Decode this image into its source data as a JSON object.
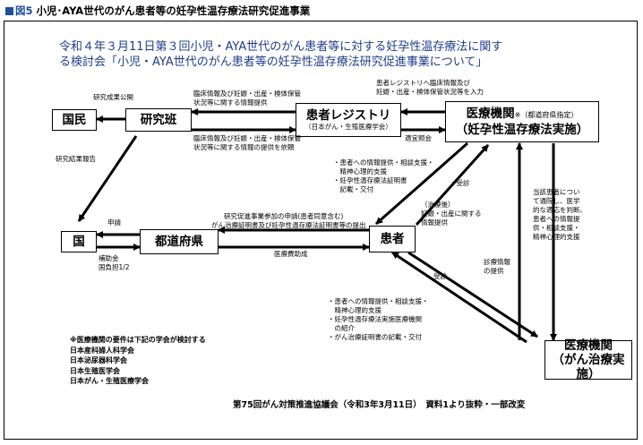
{
  "figure_title": {
    "number": "図5",
    "text": "小児･AYA世代のがん患者等の妊孕性温存療法研究促進事業"
  },
  "headline": [
    "令和４年３月11日第３回小児・AYA世代のがん患者等に対する妊孕性温存療法に関す",
    "る検討会「小児・AYA世代のがん患者等の妊孕性温存療法研究促進事業について」"
  ],
  "nodes": {
    "kokumin": "国民",
    "kenkyuhan": "研究班",
    "registry": {
      "main": "患者レジストリ",
      "sub": "（日本がん・生殖医療学会）"
    },
    "iryo_ninyou": {
      "main": "医療機関",
      "note": "※（都道府県指定）",
      "main2": "（妊孕性温存療法実施）"
    },
    "kuni": "国",
    "todofuken": "都道府県",
    "kanja": "患者",
    "iryo_gan": {
      "main": "医療機関",
      "main2": "（がん治療実施）"
    }
  },
  "labels": {
    "kenkyu_seika": "研究成果公開",
    "kenkyu_kekka": "研究結果報告",
    "rinsho_top": [
      "臨床情報及び妊娠・出産・検体保管",
      "状況等に関する情報提供"
    ],
    "rinsho_bottom": [
      "臨床情報及び妊娠・出産・検体保管",
      "状況等に関する情報の提供を依頼"
    ],
    "registry_input": [
      "患者レジストリへ臨床情報及び",
      "妊娠・出産・検体保管状況等を入力"
    ],
    "tekitsu": "適宜照会",
    "kanja_info_top": [
      "・患者への情報提供・相談支援・",
      "　精神心理的支援",
      "・妊孕性温存療法証明書",
      "　記載・交付"
    ],
    "jushin_top": "・受診",
    "chiryogo": [
      "（治療後）",
      "妊娠・出産に関する",
      "情報提供"
    ],
    "touga": [
      "当該患者につい",
      "て通院し、医学",
      "的な適応を判断、",
      "患者への情報提",
      "供・相談支援・",
      "精神心理的支援"
    ],
    "shinryo": [
      "診療情報",
      "の提供"
    ],
    "shinsei": "申請",
    "hojo": [
      "補助金",
      "国負担1/2"
    ],
    "sanka": [
      "研究促進事業参加の申請(患者同意含む)",
      "がん治療証明書及び妊孕性温存療法証明書等の提出"
    ],
    "iryohi": "医療費助成",
    "jushin_bottom": "受診",
    "kanja_info_bottom": [
      "・患者への情報提供・相談支援・",
      "　精神心理的支援",
      "・妊孕性温存療法実施医療機関",
      "　の紹介",
      "・がん治療証明書の記載・交付"
    ]
  },
  "requirements": [
    "※医療機関の要件は下記の学会が検討する",
    "日本産科婦人科学会",
    "日本泌尿器科学会",
    "日本生殖医学会",
    "日本がん・生殖医療学会"
  ],
  "source": "第75回がん対策推進協議会（令和3年3月11日）　資料1より抜粋・一部改変"
}
